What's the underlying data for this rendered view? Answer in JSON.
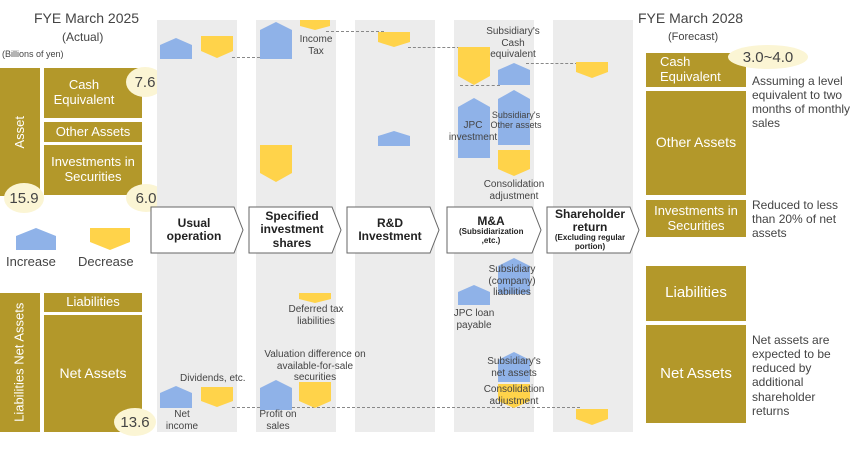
{
  "left": {
    "fye_title": "FYE March 2025",
    "fye_sub": "(Actual)",
    "unit": "(Billions of yen)",
    "asset_label": "Asset",
    "cash_equivalent": "Cash Equivalent",
    "other_assets": "Other Assets",
    "investments": "Investments in Securities",
    "liabilities_net_assets_label": "Liabilities Net Assets",
    "liabilities": "Liabilities",
    "net_assets": "Net Assets",
    "value_cash": "7.6",
    "value_total_assets": "15.9",
    "value_investments": "6.0",
    "value_net_assets": "13.6"
  },
  "legend": {
    "increase": "Increase",
    "decrease": "Decrease"
  },
  "steps": [
    {
      "label": "Usual operation"
    },
    {
      "label": "Specified investment shares"
    },
    {
      "label": "R&D Investment"
    },
    {
      "label": "M&A",
      "sub": "(Subsidiarization ,etc.)"
    },
    {
      "label": "Shareholder return",
      "sub": "(Excluding regular portion)"
    }
  ],
  "annotations": {
    "income_tax": "Income Tax",
    "sub_cash": "Subsidiary's Cash equivalent",
    "sub_other": "Subsidiary's Other assets",
    "jpc_investment": "JPC investment",
    "consolidation_adj_1": "Consolidation adjustment",
    "deferred_tax": "Deferred tax liabilities",
    "sub_liabilities": "Subsidiary (company) liabilities",
    "jpc_loan": "JPC loan payable",
    "valuation_diff": "Valuation difference on available-for-sale securities",
    "dividends": "Dividends, etc.",
    "net_income": "Net income",
    "profit_sales": "Profit on sales",
    "sub_net_assets": "Subsidiary's net assets",
    "consolidation_adj_2": "Consolidation adjustment"
  },
  "right": {
    "fye_title": "FYE March 2028",
    "fye_sub": "(Forecast)",
    "cash_equivalent": "Cash Equivalent",
    "cash_range": "3.0~4.0",
    "cash_note": "Assuming a level equivalent to two months of monthly sales",
    "other_assets": "Other Assets",
    "investments": "Investments in Securities",
    "investments_note": "Reduced to less than 20% of net assets",
    "liabilities": "Liabilities",
    "net_assets": "Net Assets",
    "net_assets_note": "Net assets are expected to be reduced by additional shareholder returns"
  },
  "colors": {
    "gold": "#b3982a",
    "increase": "#8fb2e8",
    "decrease": "#ffd34a",
    "column_bg": "#ececec",
    "cloud": "#fbf5d4"
  }
}
